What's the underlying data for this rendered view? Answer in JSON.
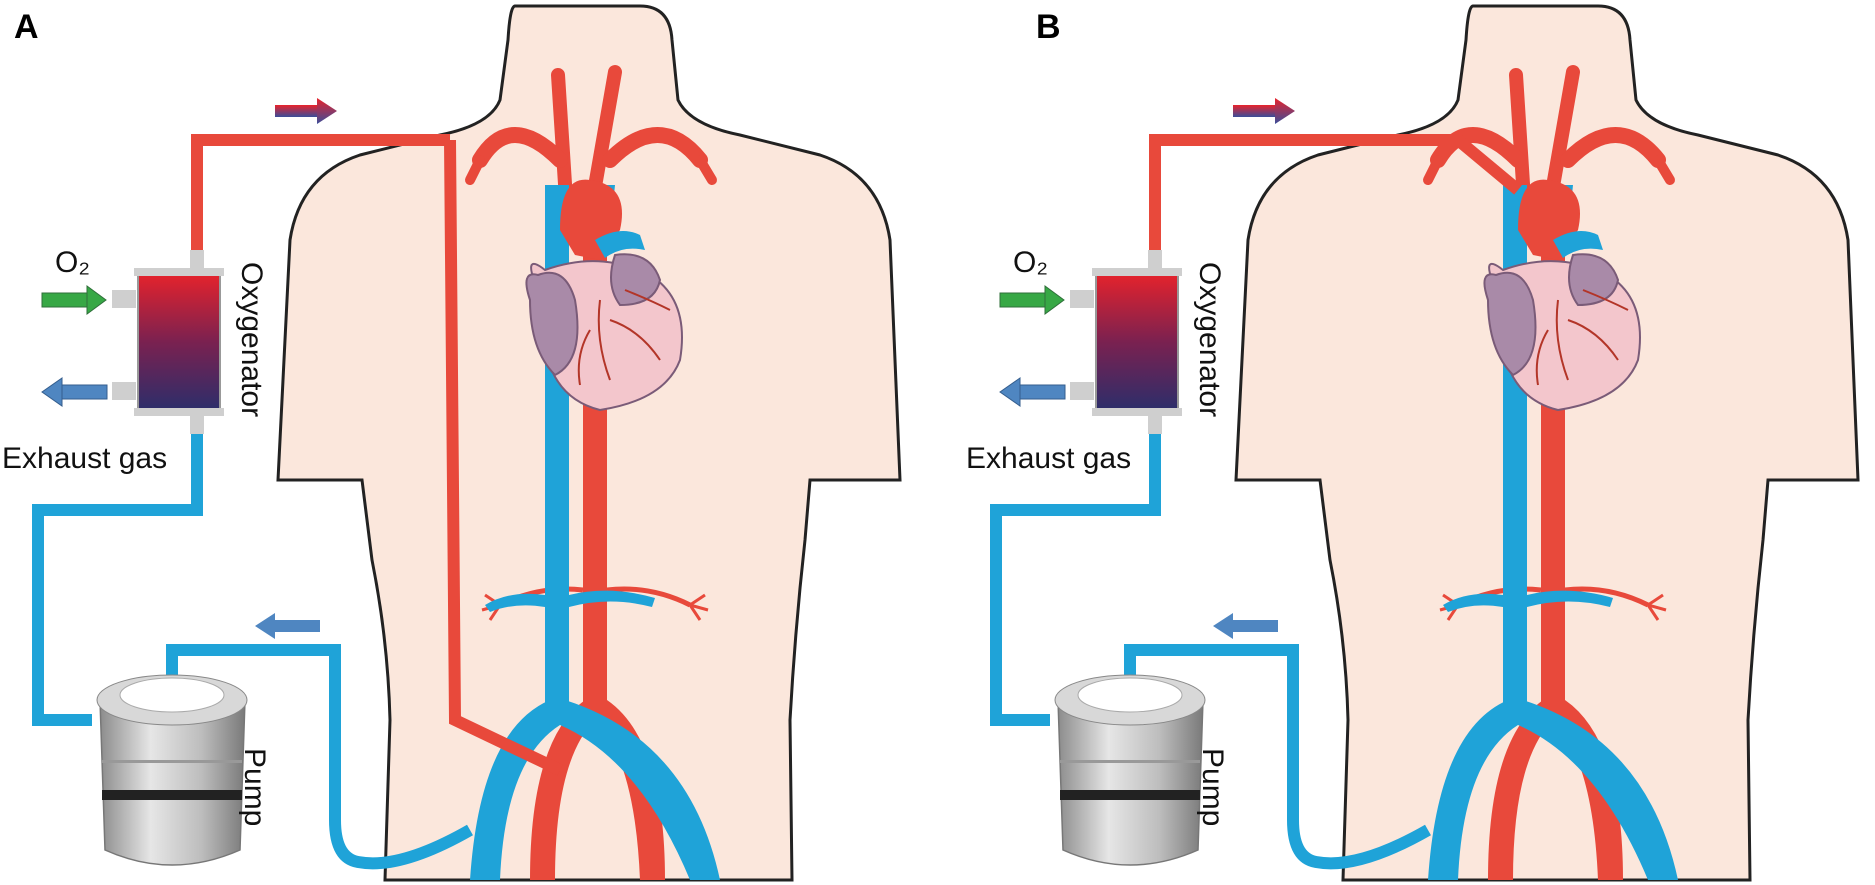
{
  "panels": [
    {
      "letter": "A",
      "labels": {
        "o2": "O₂",
        "exhaust": "Exhaust gas",
        "oxygenator": "Oxygenator",
        "pump": "Pump"
      },
      "return_cannula_site": "femoral"
    },
    {
      "letter": "B",
      "labels": {
        "o2": "O₂",
        "exhaust": "Exhaust gas",
        "oxygenator": "Oxygenator",
        "pump": "Pump"
      },
      "return_cannula_site": "subclavian"
    }
  ],
  "colors": {
    "arterial": "#e8493b",
    "venous": "#1fa3d8",
    "skin": "#fbe7dc",
    "o2_arrow": "#37a845",
    "exhaust_arrow": "#4f86c1",
    "outline": "#222222"
  }
}
